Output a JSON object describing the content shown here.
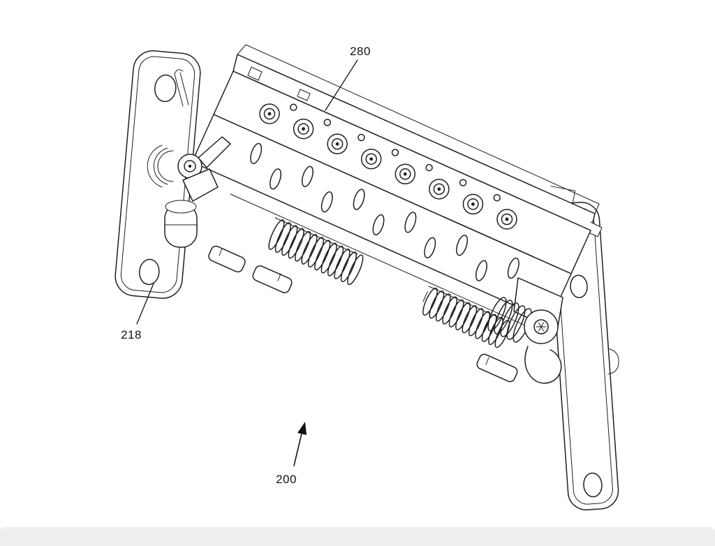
{
  "page": {
    "background_color": "#ffffff",
    "ink_color": "#1f1f1f",
    "footer_strip_color": "#efefef"
  },
  "figure": {
    "kind": "patent-style isometric line drawing",
    "description": "Mechanical assembly with two mounting bracket plates, hinge pivots, coil springs and a slotted housing with a screw-fastened cover",
    "callouts": {
      "top": {
        "text": "280"
      },
      "left": {
        "text": "218"
      },
      "bottom": {
        "text": "200"
      }
    },
    "features": {
      "screw_count": 8,
      "gap_hole_count": 7,
      "slot_count": 11,
      "left_spring_coils": 13,
      "right_spring_coils": 12,
      "rib_count": 5
    }
  }
}
